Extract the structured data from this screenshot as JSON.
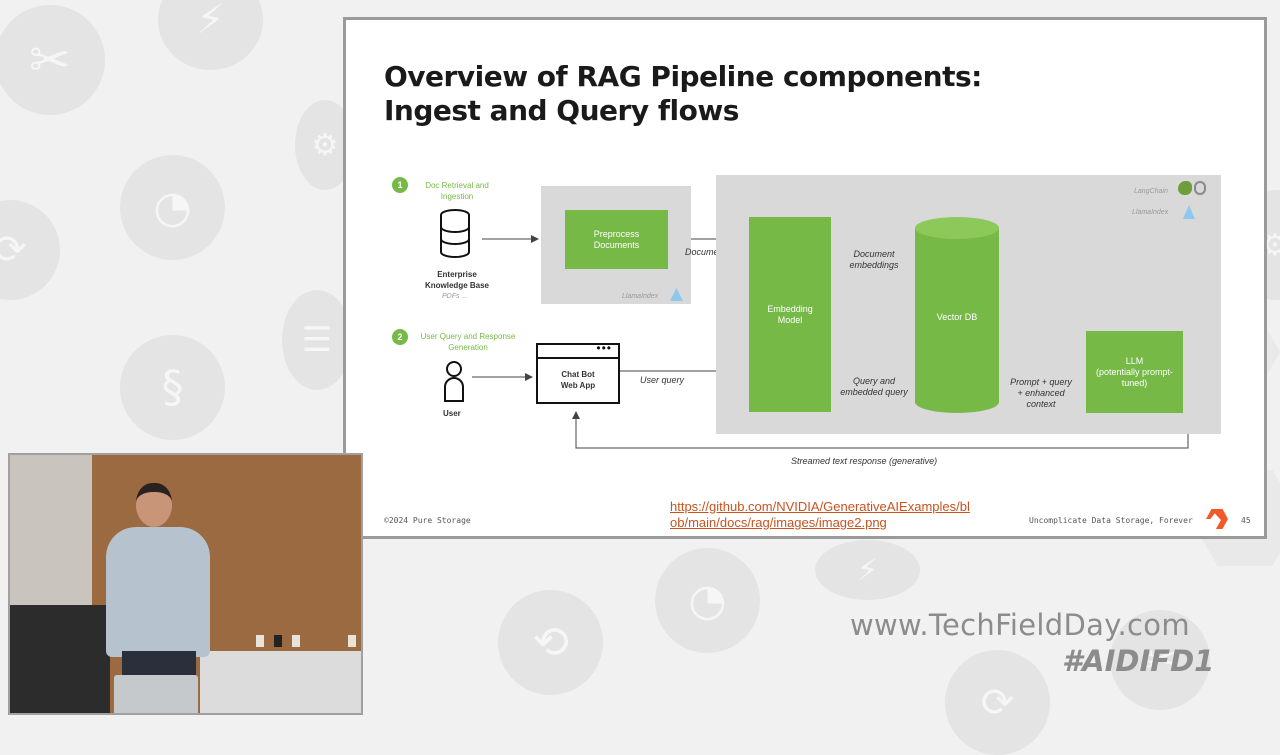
{
  "slide": {
    "title_line1": "Overview of RAG Pipeline components:",
    "title_line2": "Ingest and Query flows",
    "steps": [
      {
        "num": "1",
        "label_line1": "Doc Retrieval and",
        "label_line2": "Ingestion"
      },
      {
        "num": "2",
        "label_line1": "User Query and Response",
        "label_line2": "Generation"
      }
    ],
    "kb": {
      "line1": "Enterprise",
      "line2": "Knowledge Base",
      "sub": "PDFs ..."
    },
    "preprocess": {
      "line1": "Preprocess",
      "line2": "Documents",
      "tag": "LlamaIndex"
    },
    "documents_label": "Documents",
    "embedding_model": {
      "line1": "Embedding",
      "line2": "Model"
    },
    "doc_embeddings": {
      "line1": "Document",
      "line2": "embeddings"
    },
    "vector_db": "Vector DB",
    "llm": {
      "line1": "LLM",
      "line2": "(potentially prompt-",
      "line3": "tuned)"
    },
    "framework_tags": {
      "langchain": "LangChain",
      "llamaindex": "LlamaIndex"
    },
    "user_label": "User",
    "chatbot": {
      "line1": "Chat Bot",
      "line2": "Web App"
    },
    "user_query_label": "User query",
    "query_embedded": {
      "line1": "Query and",
      "line2": "embedded query"
    },
    "prompt_context": {
      "line1": "Prompt + query",
      "line2": "+ enhanced",
      "line3": "context"
    },
    "streamed_response": "Streamed text response (generative)",
    "copyright": "©2024 Pure Storage",
    "link_line1": "https://github.com/NVIDIA/GenerativeAIExamples/bl",
    "link_line2": "ob/main/docs/rag/images/image2.png",
    "tagline": "Uncomplicate Data Storage, Forever",
    "page_number": "45"
  },
  "overlay": {
    "url": "www.TechFieldDay.com",
    "hashtag": "#AIDIFD1"
  },
  "colors": {
    "accent_green": "#76b947",
    "pure_orange": "#f05a28",
    "link_orange": "#c8531e"
  }
}
